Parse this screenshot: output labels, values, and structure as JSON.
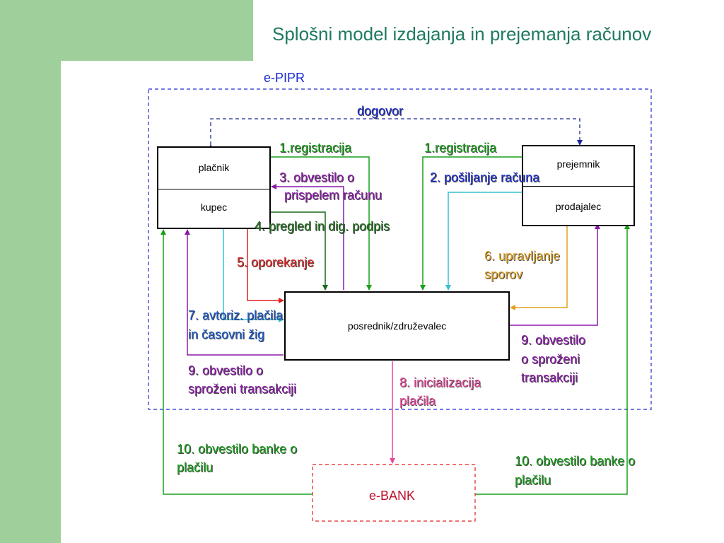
{
  "title": "Splošni model izdajanja in prejemanja računov",
  "colors": {
    "background_green": "#9fcf9a",
    "title": "#1f7a62",
    "dashed_frame": "#1d2bd0",
    "green_arrow": "#18a01a",
    "pink": "#e8479a",
    "red": "#e02020",
    "purple": "#8a1aa8",
    "cyan": "#36c0d0",
    "orange": "#e0a020",
    "dark_blue": "#1a2ad0",
    "dark_green": "#1a6a1a"
  },
  "diagram": {
    "frame_label": "e-PIPR",
    "agreement_label": "dogovor",
    "nodes": {
      "payer": {
        "top": "plačnik",
        "bottom": "kupec"
      },
      "recipient": {
        "top": "prejemnik",
        "bottom": "prodajalec"
      },
      "intermediary": "posrednik/združevalec",
      "bank": "e-BANK"
    },
    "steps": {
      "reg_left": "1.registracija",
      "reg_right": "1.registracija",
      "send_invoice": "2. pošiljanje računa",
      "notify_line1": "3. obvestilo o",
      "notify_line2": "prispelem računu",
      "review_sign": "4. pregled in dig. podpis",
      "dispute": "5. oporekanje",
      "manage_line1": "6. upravljanje",
      "manage_line2": "sporov",
      "auth_line1": "7. avtoriz. plačila",
      "auth_line2": "in časovni žig",
      "init_line1": "8. inicializacija",
      "init_line2": "plačila",
      "trans_left_line1": "9. obvestilo o",
      "trans_left_line2": "sproženi transakciji",
      "trans_right_line1": "9. obvestilo",
      "trans_right_line2": "o sproženi",
      "trans_right_line3": "transakciji",
      "bank_left_line1": "10. obvestilo banke o",
      "bank_left_line2": "plačilu",
      "bank_right_line1": "10. obvestilo banke o",
      "bank_right_line2": "plačilu"
    }
  }
}
